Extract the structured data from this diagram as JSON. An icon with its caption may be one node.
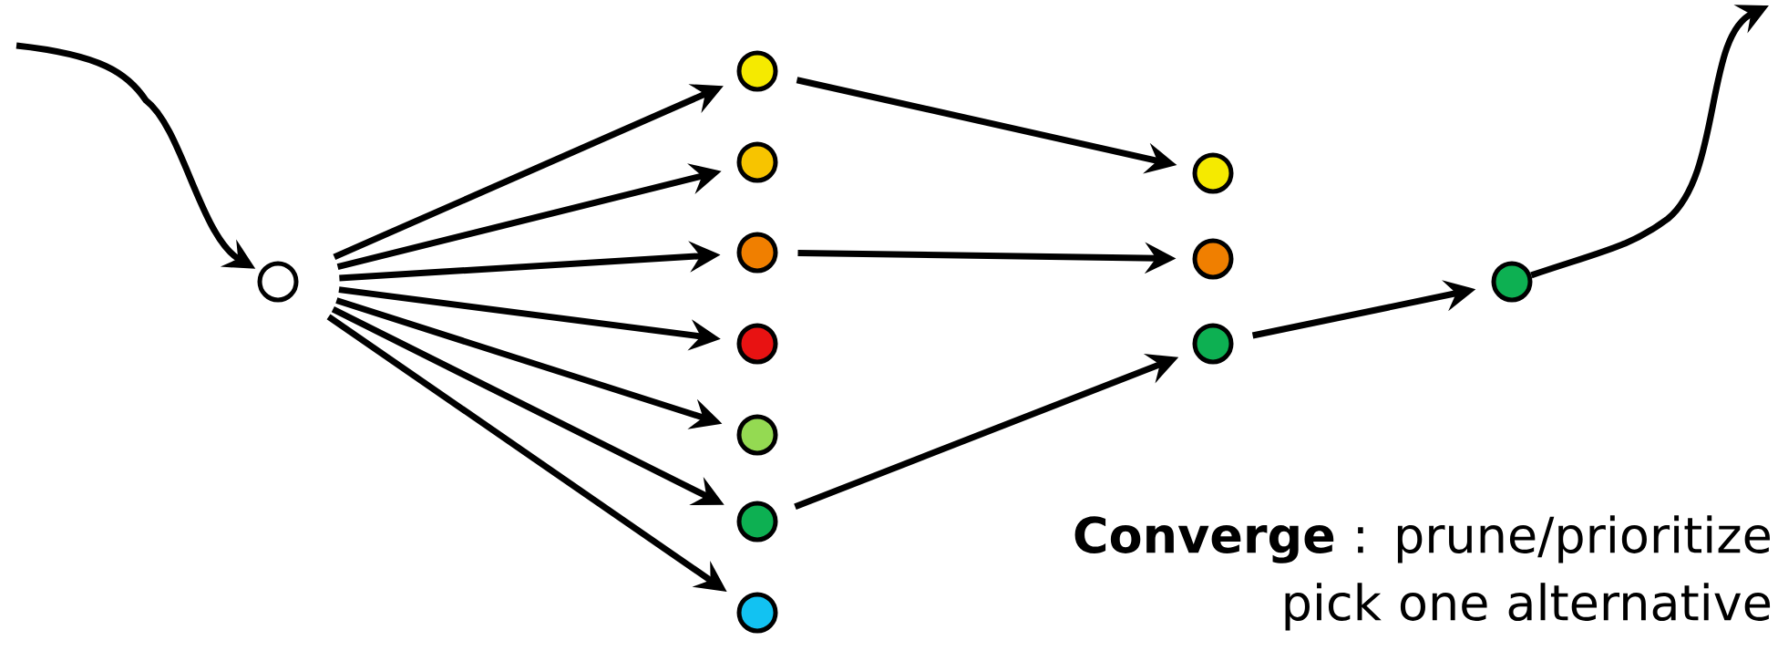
{
  "diagram": {
    "nodes": [
      {
        "text": [],
        "shape": "circle"
      },
      {
        "text": [],
        "shape": "circle"
      },
      {
        "text": [],
        "shape": "circle"
      },
      {
        "text": [],
        "shape": "circle"
      },
      {
        "text": [],
        "shape": "circle"
      },
      {
        "text": [],
        "shape": "circle"
      },
      {
        "text": [],
        "shape": "circle"
      },
      {
        "text": [],
        "shape": "circle"
      },
      {
        "text": [],
        "shape": "circle"
      },
      {
        "text": [],
        "shape": "circle"
      },
      {
        "text": [],
        "shape": "circle"
      },
      {
        "text": [],
        "shape": "circle"
      }
    ],
    "edges": [
      {
        "from": null,
        "to": 0,
        "arrow": "to"
      },
      {
        "from": 0,
        "to": 1,
        "arrow": "to"
      },
      {
        "from": 0,
        "to": 2,
        "arrow": "to"
      },
      {
        "from": 0,
        "to": 3,
        "arrow": "to"
      },
      {
        "from": 0,
        "to": 4,
        "arrow": "to"
      },
      {
        "from": 0,
        "to": 5,
        "arrow": "to"
      },
      {
        "from": 0,
        "to": 6,
        "arrow": "to"
      },
      {
        "from": 0,
        "to": 7,
        "arrow": "to"
      },
      {
        "from": 1,
        "to": 8,
        "arrow": "to"
      },
      {
        "from": 3,
        "to": 9,
        "arrow": "to"
      },
      {
        "from": 6,
        "to": 10,
        "arrow": "to"
      },
      {
        "from": 10,
        "to": 11,
        "arrow": "to"
      },
      {
        "from": 11,
        "to": null,
        "arrow": "to"
      }
    ],
    "labels": [
      "**Converge** : prune/prioritize pick one alternative"
    ]
  }
}
